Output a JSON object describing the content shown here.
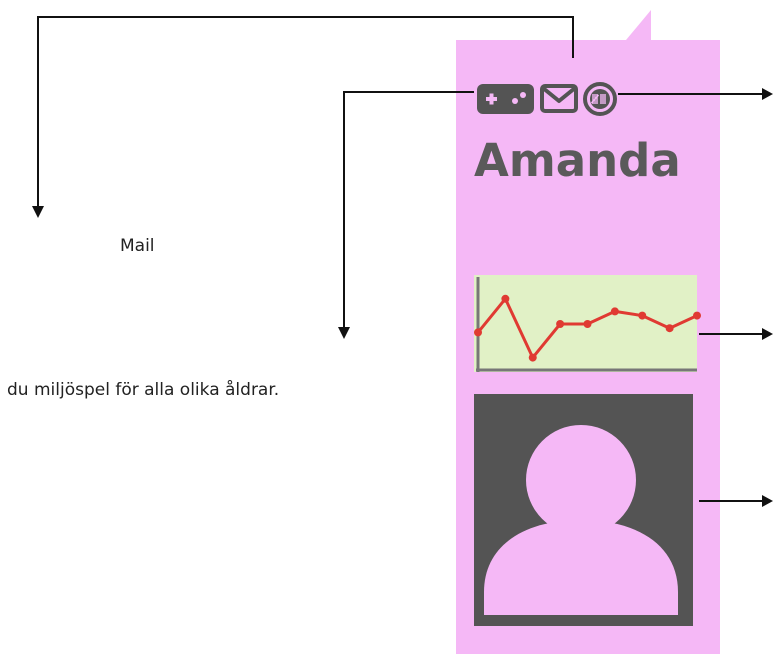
{
  "captions": {
    "mail": "Mail",
    "games": "du miljöspel för alla olika åldrar."
  },
  "profile": {
    "name": "Amanda"
  },
  "icons": [
    "game-controller-icon",
    "mail-icon",
    "tally-score-icon",
    "line-chart-icon",
    "person-silhouette-icon"
  ],
  "chart_data": {
    "type": "line",
    "title": "",
    "xlabel": "",
    "ylabel": "",
    "x": [
      1,
      2,
      3,
      4,
      5,
      6,
      7,
      8,
      9
    ],
    "values": [
      4,
      8,
      1,
      5,
      5,
      6.5,
      6,
      4.5,
      6
    ],
    "ylim": [
      0,
      10
    ],
    "axes_visible": false,
    "grid": false,
    "legend": "none"
  },
  "colors": {
    "panel": "#f5b8f6",
    "dark_icon": "#545454",
    "chart_bg": "#e1f1c6",
    "chart_line": "#e03a32",
    "avatar_bg": "#545454",
    "avatar_person": "#f5b8f6",
    "arrow": "#111111"
  }
}
